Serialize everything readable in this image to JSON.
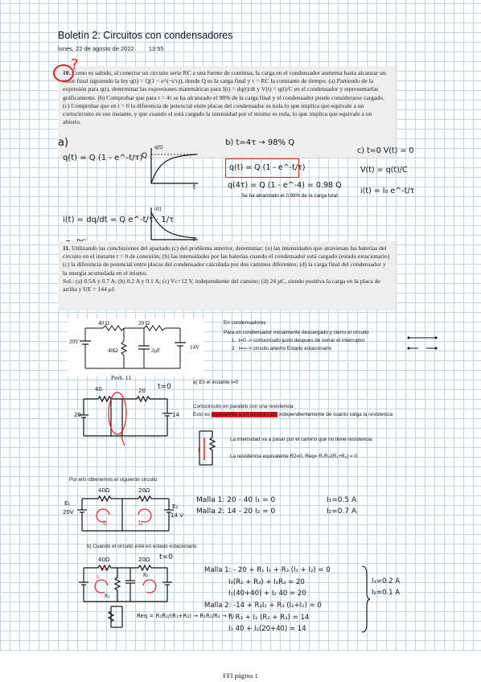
{
  "header": {
    "title": "Boletín 2: Circuitos con condensadores",
    "date": "lunes, 22 de agosto de 2022",
    "time": "13:55"
  },
  "problem10": {
    "number": "10.",
    "text": "Como es sabido, al conectar un circuito serie RC a una fuente de continua, la carga en el condensador aumenta hasta alcanzar un valor final siguiendo la ley q(t) = Q(1 − e^(−t/τ)), donde Q es la carga final y τ = RC la constante de tiempo. (a) Partiendo de la expresión para q(t), determinar las expresiones matemáticas para I(t) = dq(t)/dt y V(t) = q(t)/C en el condensador y representarlas gráficamente. (b) Comprobar que para t = 4τ se ha alcanzado el 98% de la carga final y el condensador puede considerarse cargado. (c) Comprobar que en t = 0 la diferencia de potencial entre placas del condensador es nula lo que implica que equivale a un cortocircuito en ese instante, y que cuando el está cargado la intensidad por el mismo es nula, lo que implica que equivale a un abierto."
  },
  "handwriting10": {
    "qmark": "?",
    "a_label": "a)",
    "qt": "q(t) = Q (1 - e^-t/τ)",
    "q_symbol": "Q",
    "graph1_label": "q(t)",
    "graph1_axis": "t",
    "it": "i(t) = dq/dt = Q e^-t/τ · 1/τ",
    "graph2_label": "i(t)",
    "graph2_axis": "t",
    "tau": "τ=RC",
    "b_label": "b) t=4τ → 98% Q",
    "qt_boxed": "q(t) = Q (1 - e^-t/τ)",
    "q4t": "q(4τ) = Q (1 - e^-4) = 0.98 Q",
    "note_b": "Se ha alcanzado el 0,98% de la carga total",
    "c_label": "c) t=0    V(t) = 0",
    "vt": "V(t) = q(t)/C",
    "it_c": "i(t) = I₀ e^-t/τ"
  },
  "problem11": {
    "number": "11.",
    "text": "Utilizando las conclusiones del apartado (c) del problema anterior, determinar: (a) las intensidades que atraviesan las baterías del circuito en el instante t = 0 de conexión; (b) las intensidades por las baterías cuando el condensador está cargado (estado estacionario) (c) la diferencia de potencial entre placas del condensador calculada por dos caminos diferentes; (d) la carga final del condensador y la energía acumulada en el mismo.",
    "solution": "Sol.: (a) 0.5A y 0.7 A; (b) 0.2 A y 0.1 A; (c) Vc=12 V, independiente del camino; (d) 24 μC, siendo positiva la carga en la placa de arriba y UE = 144 μJ."
  },
  "circuit": {
    "r1": "40 Ω",
    "r2": "20 Ω",
    "r3": "40Ω",
    "c": "2μF",
    "v1": "20V",
    "v2": "14V",
    "caption": "Prob. 11"
  },
  "notes": {
    "en_condensadores": "En condensadores",
    "intro": "Para un condensador inicialmente descargado y cierro el circuito",
    "item1": "t=0 -> cortocircuito justo despues de cerrar el interruptor",
    "item2": "t=∞-> circuito abierto Estado estacionario",
    "a_instant": "a)   En el instante t=0",
    "short_parallel": "Cortocircuito en paralelo con una resistencia:",
    "equiv_pre": "Esto es ",
    "equiv_hl": "equivalente a un cortocircuito",
    "equiv_post": " independientemente de cuanto valga la resistencia",
    "current_path": "La intensidad va a pasar por el camino que no tiene resistencia",
    "req": "La resistencia equivalente R2=0, Req= R₁R₂/(R₁+R₂) = 0",
    "obtain": "Por ello obtenemos el siguiente circuito",
    "b_stationary": "b)     Cuando el circuito esté en estado estacionario",
    "ffi": "FFI página 1"
  },
  "hw_circuits": {
    "t0": "t=0",
    "r40": "40",
    "r20": "20",
    "v20": "20",
    "v14": "14",
    "r40b": "40Ω",
    "r20b": "20Ω",
    "e1": "E₁",
    "e2": "E₂",
    "e1v": "20V",
    "e2v": "14 V",
    "i1": "I₁",
    "i2": "I₂",
    "i_short": "I",
    "r1_label": "R₁",
    "r2_label": "R₂",
    "r3_label": "R₃"
  },
  "mesh_a": {
    "m1": "Malla 1:  20 - 40 I₁ = 0",
    "m2": "Malla 2:   14 - 20 I₂ = 0",
    "s1": "I₁=0.5 A",
    "s2": "I₂=0.7 A"
  },
  "mesh_b": {
    "l1": "Malla 1: - 20 + R₁ I₁ + R₃ (I₁ + I₂) = 0",
    "l2": "I₁(R₁ + R₃) + I₂R₃ = 20",
    "l3": "I₁(40+40) + I₂ 40 = 20",
    "l4": "Malla 2: -14 + R₂I₂ + R₃ (I₂+I₁) = 0",
    "l5": "I₁ R₃ + I₂ (R₂ + R₃) = 14",
    "l6": "I₁ 40 + I₂(20+40) = 14",
    "s1": "I₁=0.2 A",
    "s2": "I₂=0.1 A",
    "req_eq": "Req = R₁R₂/(R₁+R₂) → R₁R₂/R₂ → R₁"
  }
}
